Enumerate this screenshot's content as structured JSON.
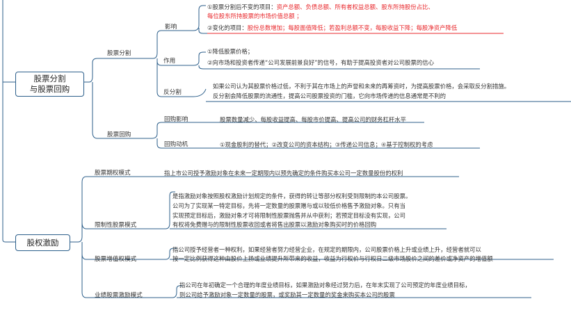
{
  "root_boxes": {
    "split_buyback_line1": "股票分割",
    "split_buyback_line2": "与股票回购",
    "equity_incentive": "股权激励"
  },
  "split": {
    "label": "股票分割",
    "impact": {
      "label": "影响",
      "line1_prefix": "①股票分割后不变的项目：",
      "line1_red": "资产总额、负债总额、所有者权益总额、股东所持股份占比、",
      "line2_red": "每位股东所持股票的市场价值总额 ；",
      "line3_prefix": "②变化的项目：",
      "line3_red": "股份总数增加；每股面值降低；若盈利总额不变，每股收益下降；每股净资产降低"
    },
    "effect": {
      "label": "作用",
      "line1": "①降低股票价格；",
      "line2": "②向市场和投资者传递“公司发展前景良好”的信号，有助于提高投资者对公司股票的信心"
    },
    "reverse": {
      "label": "反分割",
      "line1": "如果公司认为其股票价格过低，不利于其在市场上的声誉和未来的再筹资时，为提高股票价格，会采取反分割措施。",
      "line2": "反分割会降低股票的流通性，提高公司股票投资的门槛，它向市场传递的信息通常是不利的"
    }
  },
  "buyback": {
    "label": "股票回购",
    "impact": {
      "label": "回购影响",
      "text": "股票数量减少、每股收益提高、每股市价提高、提高公司的财务杠杆水平"
    },
    "motive": {
      "label": "回购动机",
      "text": "①现金股利的替代；②改变公司的资本结构；③传递公司信息；④基于控制权的考虑"
    }
  },
  "incentive": {
    "option": {
      "label": "股票期权模式",
      "text": "指上市公司授予激励对象在未来一定期限内以预先确定的条件购买本公司一定数量股份的权利"
    },
    "restricted": {
      "label": "限制性股票模式",
      "line1": "是指激励对象按照股权激励计划规定的条件，获得的转让等部分权利受到限制的本公司股票。",
      "line2": "公司为了实现某一特定目标，先将一定数量的股票赠与或以较低价格售予激励对象。只有当",
      "line3": "实现预定目标后，激励对象才可将限制性股票抛售并从中获利；若预定目标没有实现，公司",
      "line4": "有权将免费赠与的限制性股票收回或者将售出股票以激励对象购买时的价格回购"
    },
    "sar": {
      "label": "股票增值权模式",
      "line1": "指公司授予经营者一种权利，如果经营者努力经营企业，在规定的期限内，公司股票价格上升或业绩上升，经营者就可以",
      "line2": "按一定比例获得这种由股价上扬或业绩提升所带来的收益，收益为行权价与行权日二级市场股价之间的差价或净资产的增值额"
    },
    "performance": {
      "label": "业绩股票激励模式",
      "line1": "指公司在年初确定一个合理的年度业绩目标，如果激励对象经过努力后，在年末实现了公司预定的年度业绩目标，",
      "line2": "则公司给予激励对象一定数量的股票，或奖励其一定数量的奖金来购买本公司的股票"
    }
  },
  "colors": {
    "connector": "#2b5e8a",
    "red_text": "#e8262a",
    "underline_red": "#e8262a"
  }
}
